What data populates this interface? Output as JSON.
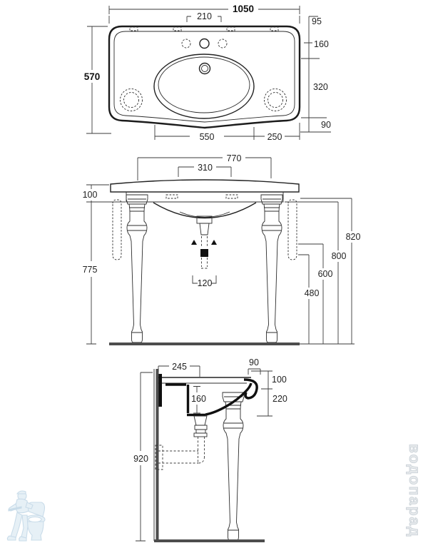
{
  "drawing": {
    "type": "technical-dimension-drawing",
    "subject": "console washbasin with two turned legs",
    "units": "mm",
    "top_view": {
      "overall_width": "1050",
      "overall_depth": "570",
      "tap_hole_spacing": "210",
      "back_edge_to_holes": "95",
      "holes_to_bowl": "160",
      "bowl_depth": "320",
      "front_ledge": "90",
      "bowl_width": "550",
      "bowl_to_side_edge": "250"
    },
    "front_view": {
      "leg_span": "770",
      "bowl_fixing_span": "310",
      "top_thickness": "100",
      "leg_height": "775",
      "drain_offset": "120",
      "height_480": "480",
      "height_600": "600",
      "height_800": "800",
      "height_820": "820"
    },
    "side_view": {
      "wall_to_drain": "245",
      "front_rim_width": "90",
      "rim_drop": "100",
      "apron_height": "220",
      "bowl_inner_depth": "160",
      "wall_fixing_height": "920"
    }
  },
  "watermark": {
    "brand_text": "водопарад",
    "logo": "plumber-with-toilet",
    "logo_color": "#b9d0e2"
  }
}
